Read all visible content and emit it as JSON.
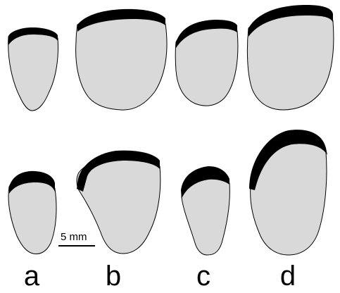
{
  "scale_bar": {
    "label": "5 mm"
  },
  "panel_labels": [
    "a",
    "b",
    "c",
    "d"
  ],
  "colors": {
    "fill": "#d9d9d9",
    "outline": "#000000",
    "rim": "#000000",
    "background": "#ffffff"
  }
}
